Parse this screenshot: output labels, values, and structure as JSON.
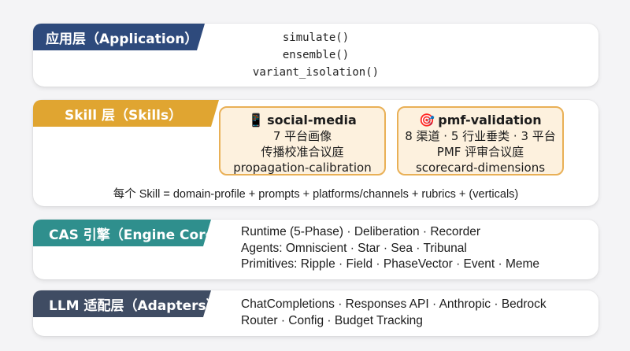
{
  "application_layer": {
    "tag": "应用层（Application）",
    "functions": [
      "simulate()",
      "ensemble()",
      "variant_isolation()"
    ]
  },
  "skill_layer": {
    "tag": "Skill 层（Skills）",
    "cards": [
      {
        "icon": "📱",
        "title": "social-media",
        "lines": [
          "7 平台画像",
          "传播校准合议庭",
          "propagation-calibration"
        ]
      },
      {
        "icon": "🎯",
        "title": "pmf-validation",
        "lines": [
          "8 渠道 · 5 行业垂类 · 3 平台",
          "PMF 评审合议庭",
          "scorecard-dimensions"
        ]
      }
    ],
    "formula": "每个 Skill = domain-profile + prompts + platforms/channels + rubrics + (verticals)"
  },
  "engine_layer": {
    "tag": "CAS 引擎（Engine Core）",
    "lines": [
      "Runtime (5-Phase) · Deliberation · Recorder",
      "Agents: Omniscient · Star · Sea · Tribunal",
      "Primitives: Ripple · Field · PhaseVector · Event · Meme"
    ]
  },
  "adapter_layer": {
    "tag": "LLM 适配层（Adapters）",
    "lines": [
      "ChatCompletions · Responses API · Anthropic · Bedrock",
      "Router · Config · Budget Tracking"
    ]
  },
  "colors": {
    "application": "#2e4a7c",
    "skill": "#e0a531",
    "engine": "#2f8f8d",
    "adapter": "#3f4c63",
    "card_bg": "#fdf1de",
    "card_border": "#e9b056"
  }
}
